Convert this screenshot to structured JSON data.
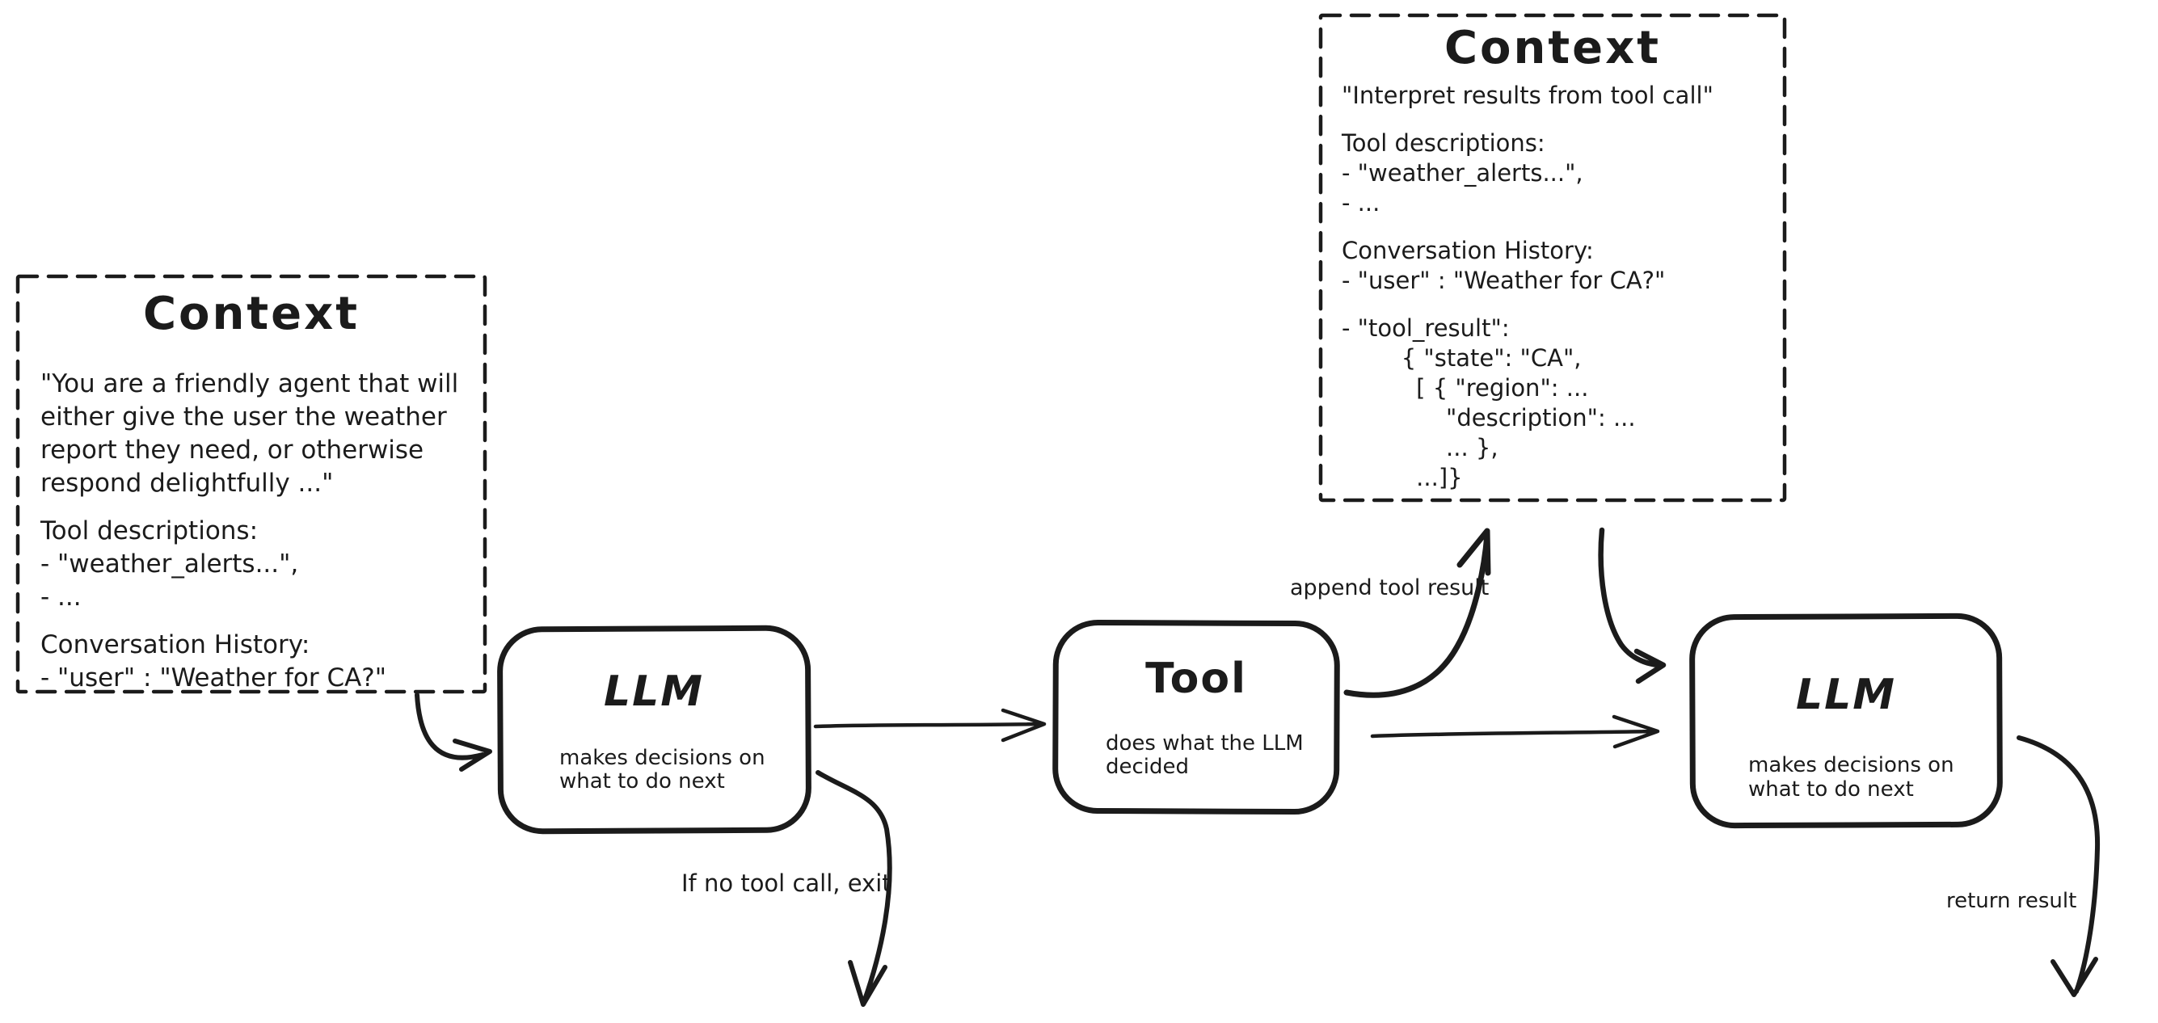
{
  "colors": {
    "ink": "#1b1b1b",
    "background": "#ffffff"
  },
  "context_left": {
    "title": "Context",
    "lines": [
      "\"You are a friendly agent that will",
      "either give the user the weather",
      "report they need, or otherwise",
      "respond delightfully ...\"",
      "",
      "Tool descriptions:",
      "- \"weather_alerts...\",",
      "- ...",
      "",
      "Conversation History:",
      "- \"user\" : \"Weather for CA?\""
    ]
  },
  "context_top": {
    "title": "Context",
    "lines": [
      "\"Interpret results from tool call\"",
      "",
      "Tool descriptions:",
      "- \"weather_alerts...\",",
      "- ...",
      "",
      "Conversation History:",
      "- \"user\" : \"Weather for CA?\"",
      "",
      "- \"tool_result\":",
      "        { \"state\": \"CA\",",
      "          [ { \"region\": ...",
      "              \"description\": ...",
      "              ... },",
      "          ...]}"
    ]
  },
  "nodes": {
    "llm1": {
      "title": "LLM",
      "subtitle": "makes decisions on\nwhat to do next"
    },
    "tool": {
      "title": "Tool",
      "subtitle": "does what the LLM\ndecided"
    },
    "llm2": {
      "title": "LLM",
      "subtitle": "makes decisions on\nwhat to do next"
    }
  },
  "labels": {
    "append_tool_result": "append tool result",
    "if_no_tool_call_exit": "If no tool call, exit",
    "return_result": "return result"
  }
}
